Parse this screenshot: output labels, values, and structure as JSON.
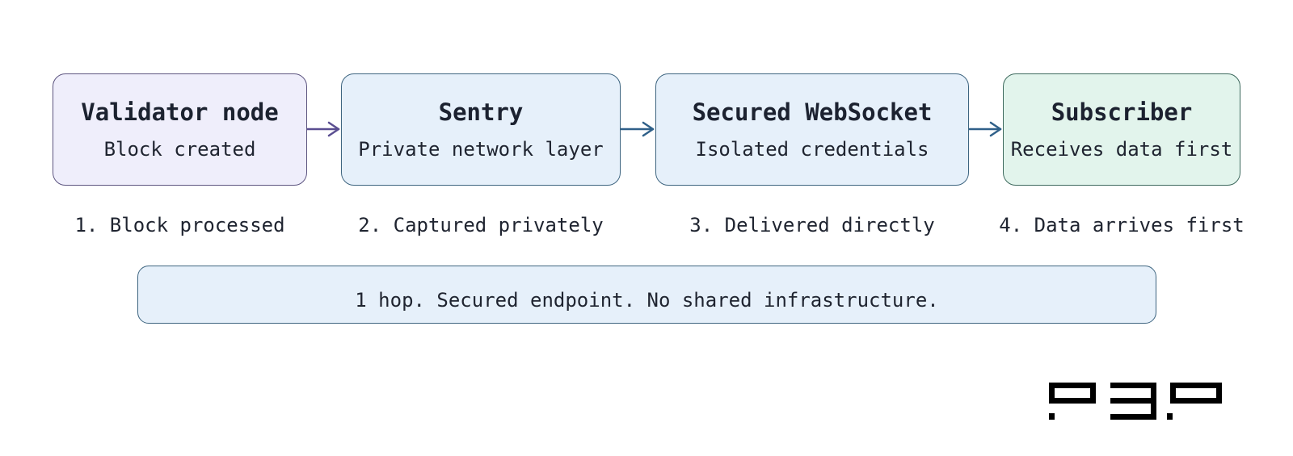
{
  "nodes": [
    {
      "title": "Validator node",
      "subtitle": "Block created"
    },
    {
      "title": "Sentry",
      "subtitle": "Private network layer"
    },
    {
      "title": "Secured WebSocket",
      "subtitle": "Isolated credentials"
    },
    {
      "title": "Subscriber",
      "subtitle": "Receives data first"
    }
  ],
  "steps": [
    "1. Block processed",
    "2. Captured privately",
    "3. Delivered directly",
    "4. Data arrives first"
  ],
  "summary": "1 hop. Secured endpoint. No shared infrastructure.",
  "colors": {
    "validator_fill": "#efeefb",
    "validator_border": "#5d5580",
    "blue_fill": "#e6f0fa",
    "blue_border": "#3e6580",
    "green_fill": "#e2f4ec",
    "arrow_purple": "#5a4e91",
    "arrow_blue": "#2f6089",
    "logo": "#000000"
  }
}
